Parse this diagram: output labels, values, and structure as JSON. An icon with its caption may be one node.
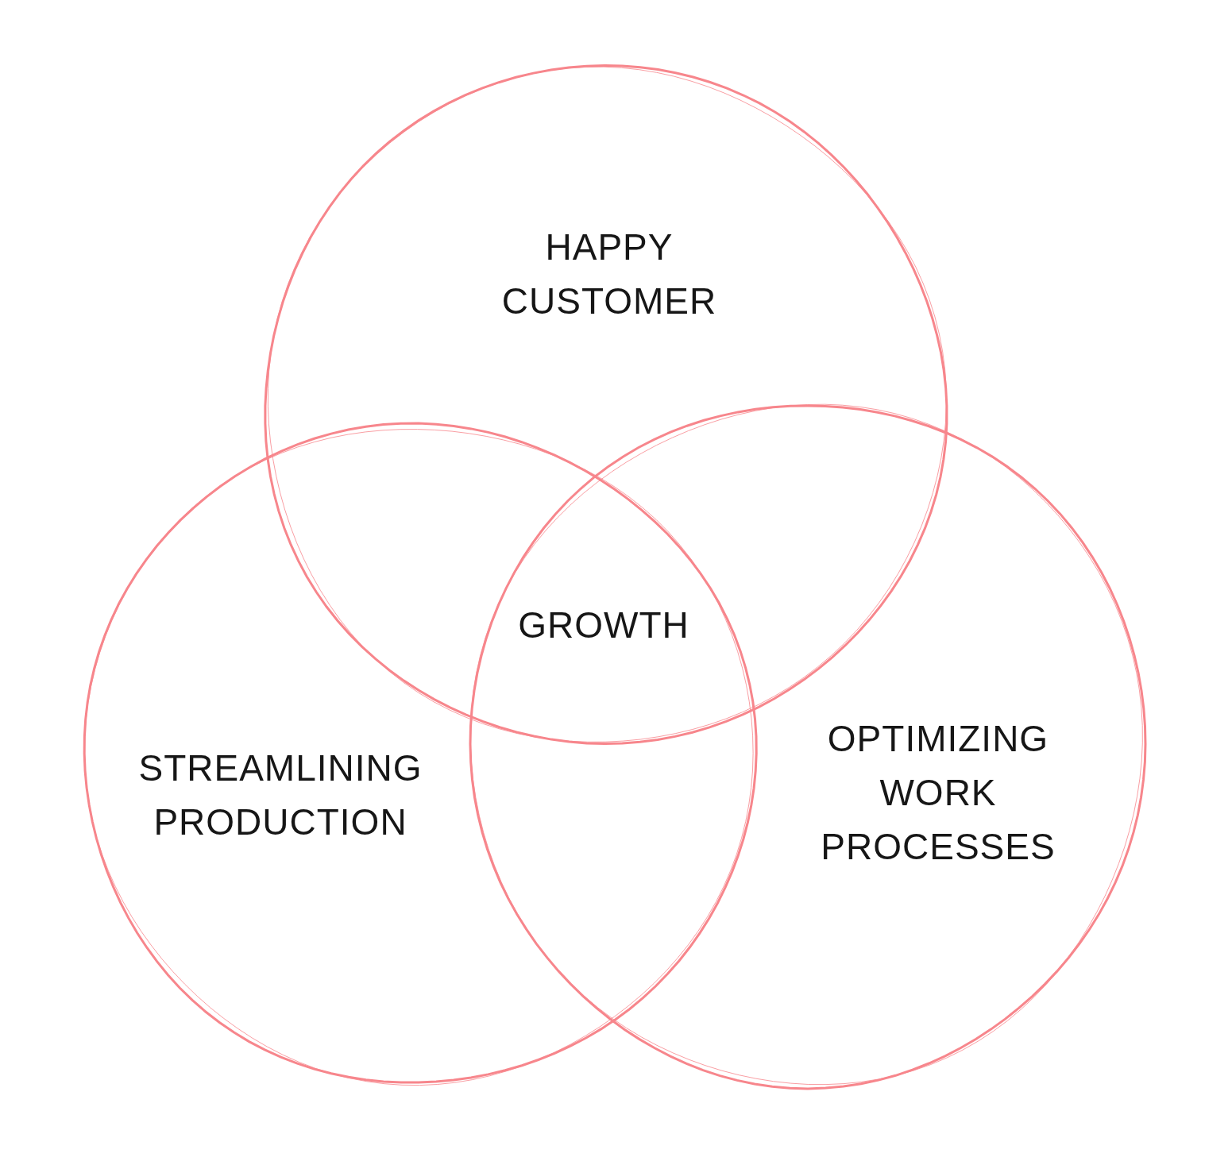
{
  "diagram": {
    "nodes": [
      {
        "text": [
          "HAPPY CUSTOMER"
        ]
      },
      {
        "text": [
          "STREAMLINING PRODUCTION"
        ]
      },
      {
        "text": [
          "OPTIMIZING WORK PROCESSES"
        ]
      }
    ],
    "labels": [
      "GROWTH"
    ]
  }
}
